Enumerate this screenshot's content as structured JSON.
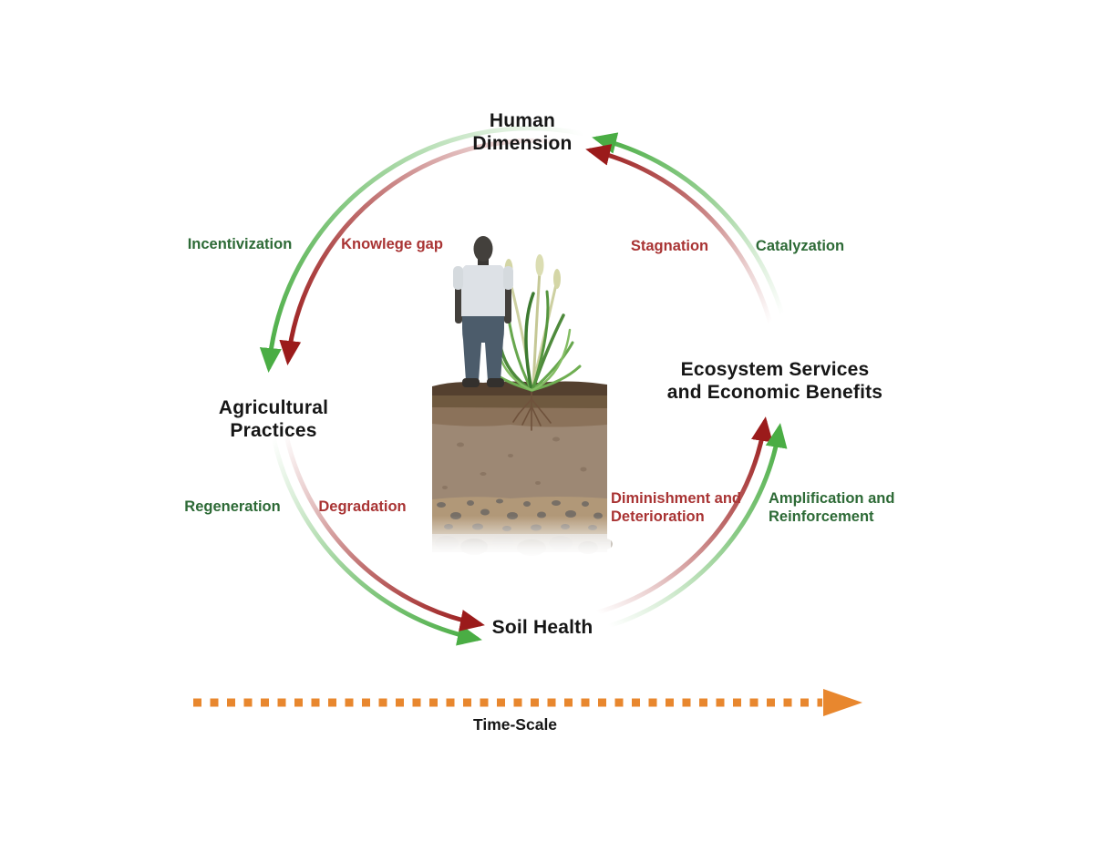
{
  "colors": {
    "arrow_green": "#4aad44",
    "arrow_red": "#9b1b1b",
    "text_green": "#2d6a36",
    "text_red": "#a93434",
    "node_text": "#161616",
    "timeline_orange": "#e8872e"
  },
  "cycle": {
    "nodes": {
      "human_dimension": {
        "label": "Human\nDimension"
      },
      "agricultural_practices": {
        "label": "Agricultural\nPractices"
      },
      "soil_health": {
        "label": "Soil Health"
      },
      "ecosystem_services": {
        "label": "Ecosystem Services\nand Economic Benefits"
      }
    },
    "edges": {
      "human_to_agricultural": {
        "positive": "Incentivization",
        "negative": "Knowlege gap"
      },
      "agricultural_to_soil": {
        "positive": "Regeneration",
        "negative": "Degradation"
      },
      "soil_to_ecosystem": {
        "positive": "Amplification and\nReinforcement",
        "negative": "Diminishment and\nDeterioration"
      },
      "ecosystem_to_human": {
        "positive": "Catalyzation",
        "negative": "Stagnation"
      }
    }
  },
  "timeline": {
    "label": "Time-Scale"
  }
}
